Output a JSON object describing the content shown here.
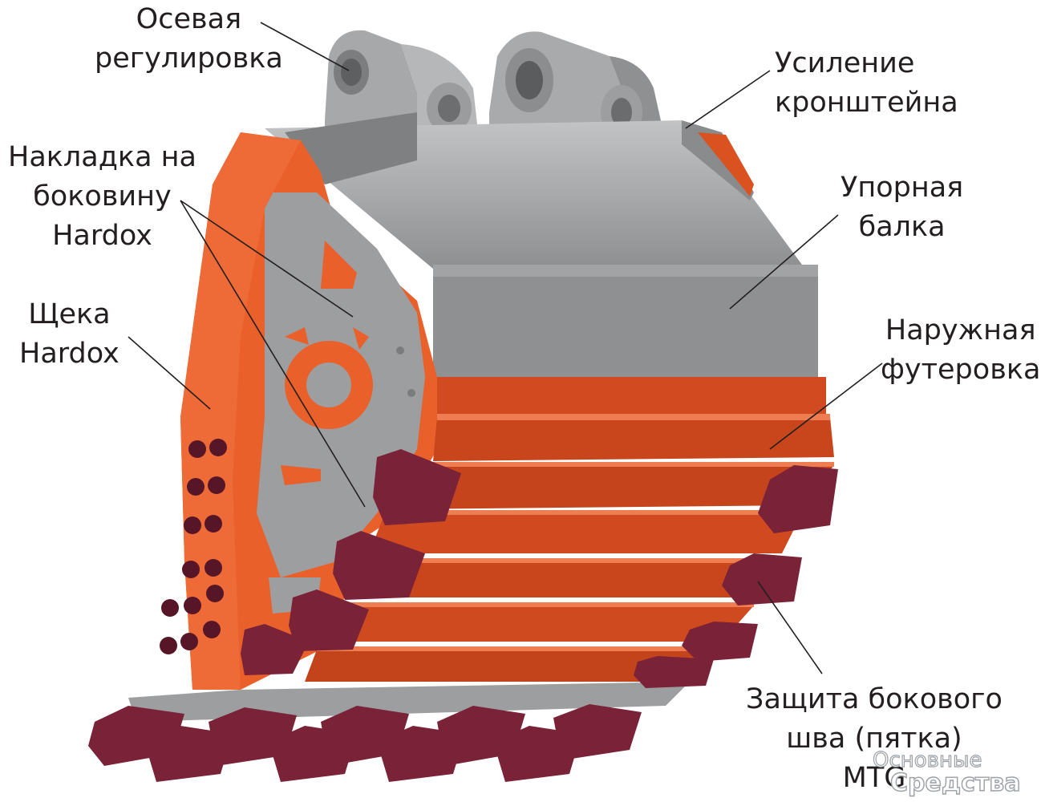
{
  "labels": {
    "axial": [
      "Осевая",
      "регулировка"
    ],
    "bracket": [
      "Усиление",
      "кронштейна"
    ],
    "side_plate": [
      "Накладка на",
      "боковину",
      "Hardox"
    ],
    "beam": [
      "Упорная",
      "балка"
    ],
    "cheek": [
      "Щека",
      "Hardox"
    ],
    "lining": [
      "Наружная",
      "футеровка"
    ],
    "heel": [
      "Защита бокового",
      "шва (пятка)",
      "MTG"
    ]
  },
  "watermark": {
    "line1": "Основные",
    "line2": "Средства"
  },
  "colors": {
    "orange": "#e9602b",
    "orange_dark": "#c8471c",
    "grey": "#9a9b9d",
    "grey_light": "#b9babc",
    "grey_dark": "#7b7c7e",
    "maroon": "#7a2238",
    "maroon_dark": "#561628",
    "text": "#231f20"
  }
}
